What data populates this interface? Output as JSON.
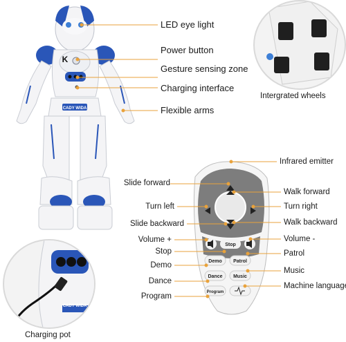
{
  "robot_callouts": {
    "led_eye_light": "LED eye light",
    "power_button": "Power button",
    "gesture_sensing_zone": "Gesture sensing zone",
    "charging_interface": "Charging interface",
    "flexible_arms": "Flexible arms"
  },
  "robot_chest_text": "CADY WIDA",
  "robot_logo": "K",
  "wheels_caption": "Intergrated wheels",
  "charging_pot_caption": "Charging pot",
  "charging_chest_text": "CADY WIDA",
  "remote_callouts_left": {
    "slide_forward": "Slide forward",
    "turn_left": "Turn left",
    "slide_backward": "Slide backward",
    "volume_plus": "Volume +",
    "stop": "Stop",
    "demo": "Demo",
    "dance": "Dance",
    "program": "Program"
  },
  "remote_callouts_right": {
    "infrared_emitter": "Infrared emitter",
    "walk_forward": "Walk forward",
    "turn_right": "Turn right",
    "walk_backward": "Walk backward",
    "volume_minus": "Volume -",
    "patrol": "Patrol",
    "music": "Music",
    "machine_language": "Machine language"
  },
  "remote_buttons": {
    "stop": "Stop",
    "demo": "Demo",
    "patrol": "Patrol",
    "dance": "Dance",
    "music": "Music",
    "program": "Program"
  },
  "colors": {
    "accent_blue": "#2a56b8",
    "callout_orange": "#e9a23b",
    "remote_gray": "#7d7d7d",
    "robot_white": "#f4f4f6"
  }
}
